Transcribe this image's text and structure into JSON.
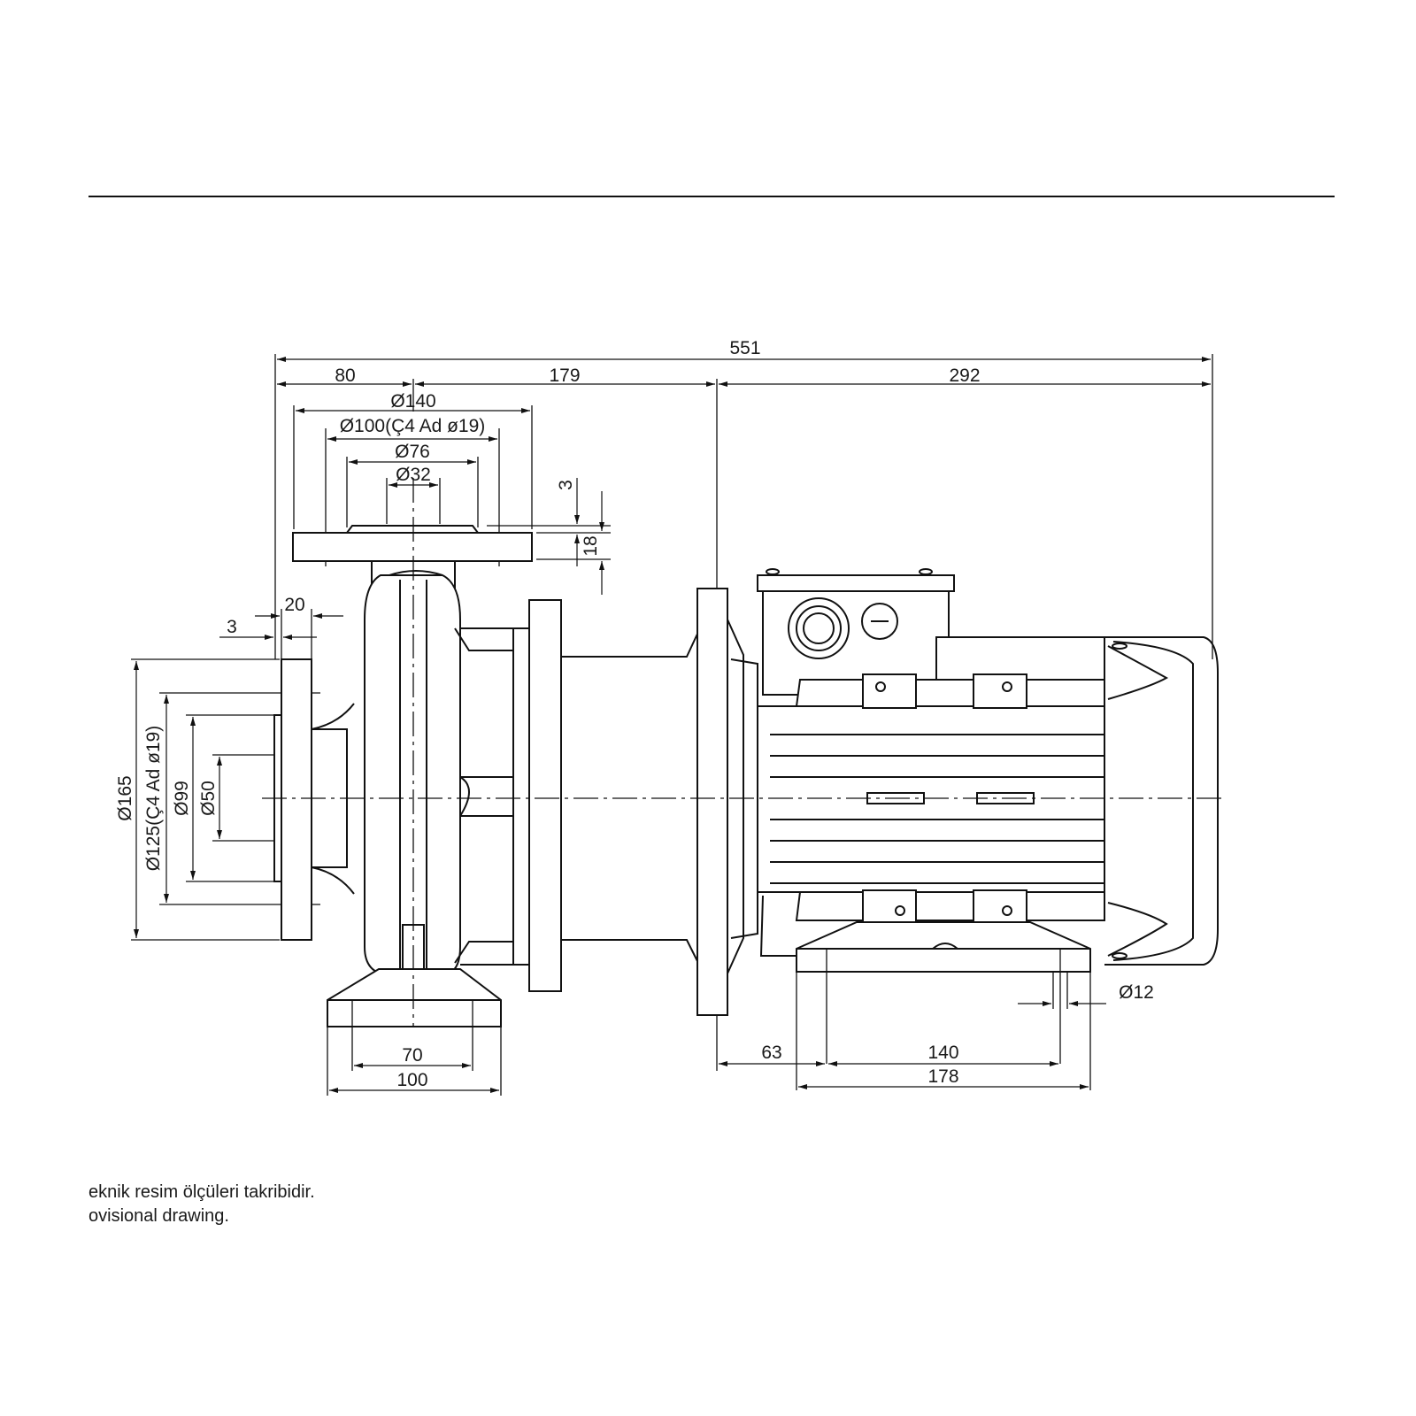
{
  "drawing": {
    "overall_length": "551",
    "seg_80": "80",
    "seg_179": "179",
    "seg_292": "292",
    "d140": "Ø140",
    "d100": "Ø100(Ç4 Ad ø19)",
    "d76": "Ø76",
    "d32": "Ø32",
    "t3_top": "3",
    "t18": "18",
    "t20": "20",
    "t3_left": "3",
    "d165": "Ø165",
    "d125": "Ø125(Ç4 Ad ø19)",
    "d99": "Ø99",
    "d50": "Ø50",
    "foot_70": "70",
    "foot_100": "100",
    "base_63": "63",
    "base_140": "140",
    "base_178": "178",
    "hole_12": "Ø12"
  },
  "notes": {
    "line1": "eknik resim ölçüleri takribidir.",
    "line2": "ovisional drawing."
  }
}
